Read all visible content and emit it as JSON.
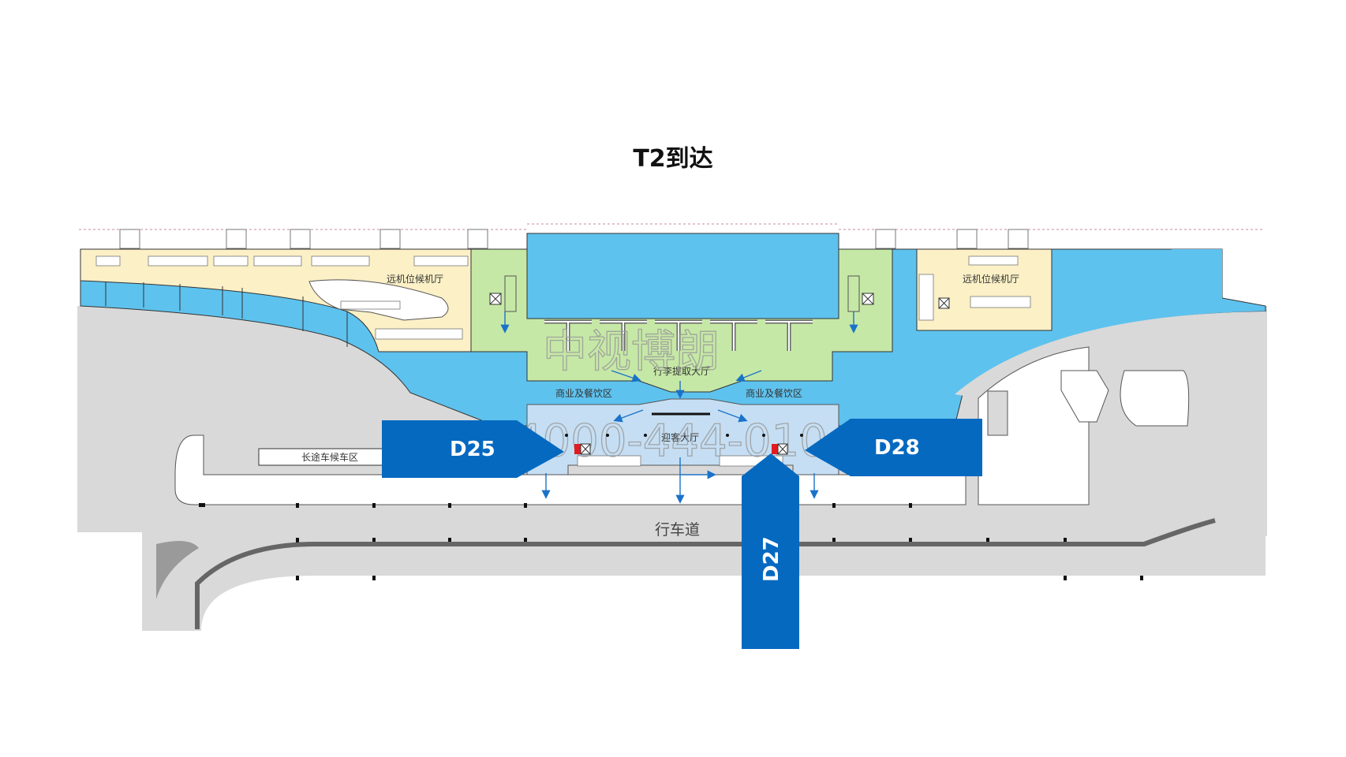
{
  "title": "T2到达",
  "labels": {
    "remote_gate_left": "远机位候机厅",
    "remote_gate_right": "远机位候机厅",
    "baggage_hall": "行李提取大厅",
    "commerce_left": "商业及餐饮区",
    "commerce_right": "商业及餐饮区",
    "greeting_hall": "迎客大厅",
    "coach_waiting": "长途车候车区",
    "driveway": "行车道"
  },
  "ad_spots": [
    {
      "id": "D25",
      "label": "D25"
    },
    {
      "id": "D27",
      "label": "D27"
    },
    {
      "id": "D28",
      "label": "D28"
    }
  ],
  "watermark": {
    "company": "中视博朗",
    "phone": "4000-444-010"
  },
  "colors": {
    "apron_blue": "#5ec2ee",
    "baggage_green": "#c6e8a6",
    "gate_cream": "#fbf0c6",
    "greeting_lightblue": "#c5def3",
    "road_gray": "#d9d9d9",
    "ad_blue": "#0569c0",
    "arrow_blue": "#1a73c9",
    "marker_red": "#e11b22"
  }
}
